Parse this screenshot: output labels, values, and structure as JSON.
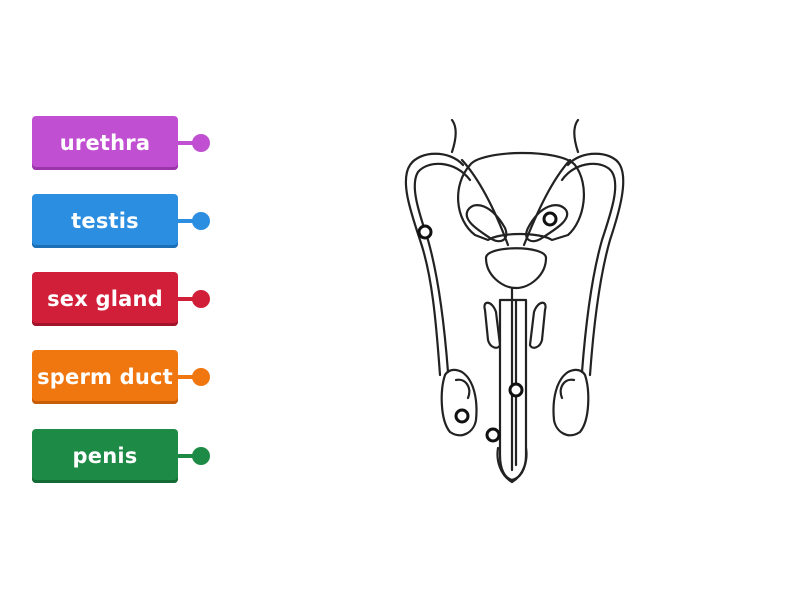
{
  "labels": [
    {
      "text": "urethra",
      "color": "#c04fd1",
      "shade": "#9a35aa"
    },
    {
      "text": "testis",
      "color": "#2b8ee0",
      "shade": "#1d6fb5"
    },
    {
      "text": "sex gland",
      "color": "#d11f3a",
      "shade": "#a2142b"
    },
    {
      "text": "sperm duct",
      "color": "#f07610",
      "shade": "#c65d08"
    },
    {
      "text": "penis",
      "color": "#1d8a46",
      "shade": "#146a34"
    }
  ]
}
